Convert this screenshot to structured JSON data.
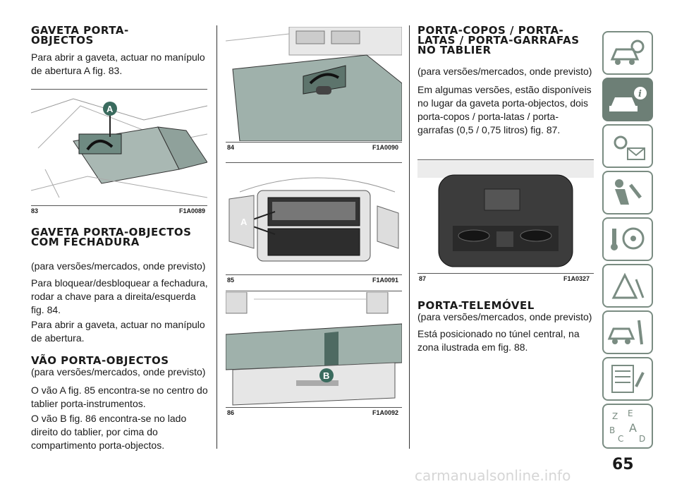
{
  "col1": {
    "h1": "GAVETA PORTA-OBJECTOS",
    "p1": "Para abrir a gaveta, actuar no manípulo de abertura A fig. 83.",
    "fig83": {
      "num": "83",
      "code": "F1A0089",
      "callout": "A"
    },
    "h2": "GAVETA PORTA-OBJECTOS COM FECHADURA",
    "h2_sub": "(para versões/mercados, onde previsto)",
    "p2": "Para bloquear/desbloquear a fechadura, rodar a chave para a direita/esquerda fig. 84.",
    "p3": "Para abrir a gaveta, actuar no manípulo de abertura.",
    "h3": "VÃO PORTA-OBJECTOS",
    "h3_sub": "(para versões/mercados, onde previsto)",
    "p4": "O vão A fig. 85 encontra-se no centro do tablier porta-instrumentos.",
    "p5": "O vão B fig. 86 encontra-se no lado direito do tablier, por cima do compartimento porta-objectos."
  },
  "col2": {
    "fig84": {
      "num": "84",
      "code": "F1A0090"
    },
    "fig85": {
      "num": "85",
      "code": "F1A0091",
      "callout": "A"
    },
    "fig86": {
      "num": "86",
      "code": "F1A0092",
      "callout": "B"
    }
  },
  "col3": {
    "h1": "PORTA-COPOS / PORTA-LATAS / PORTA-GARRAFAS NO TABLIER",
    "h1_sub": "(para versões/mercados, onde previsto)",
    "p1": "Em algumas versões, estão disponíveis no lugar da gaveta porta-objectos, dois porta-copos / porta-latas / porta-garrafas (0,5 / 0,75 litros) fig. 87.",
    "fig87": {
      "num": "87",
      "code": "F1A0327"
    },
    "h2": "PORTA-TELEMÓVEL",
    "h2_sub": "(para versões/mercados, onde previsto)",
    "p2": "Está posicionado no túnel central, na zona ilustrada em fig. 88."
  },
  "sidebar": {
    "tabs": [
      "car-search-icon",
      "car-info-icon",
      "warning-light-icon",
      "airbag-icon",
      "key-steering-icon",
      "road-warning-icon",
      "car-wrench-icon",
      "specs-list-icon",
      "alphabet-index-icon"
    ],
    "active_index": 1
  },
  "page_number": "65",
  "watermark": "carmanualsonline.info",
  "colors": {
    "tab_active": "#6d7f76",
    "tab_border": "#7a8c82"
  }
}
